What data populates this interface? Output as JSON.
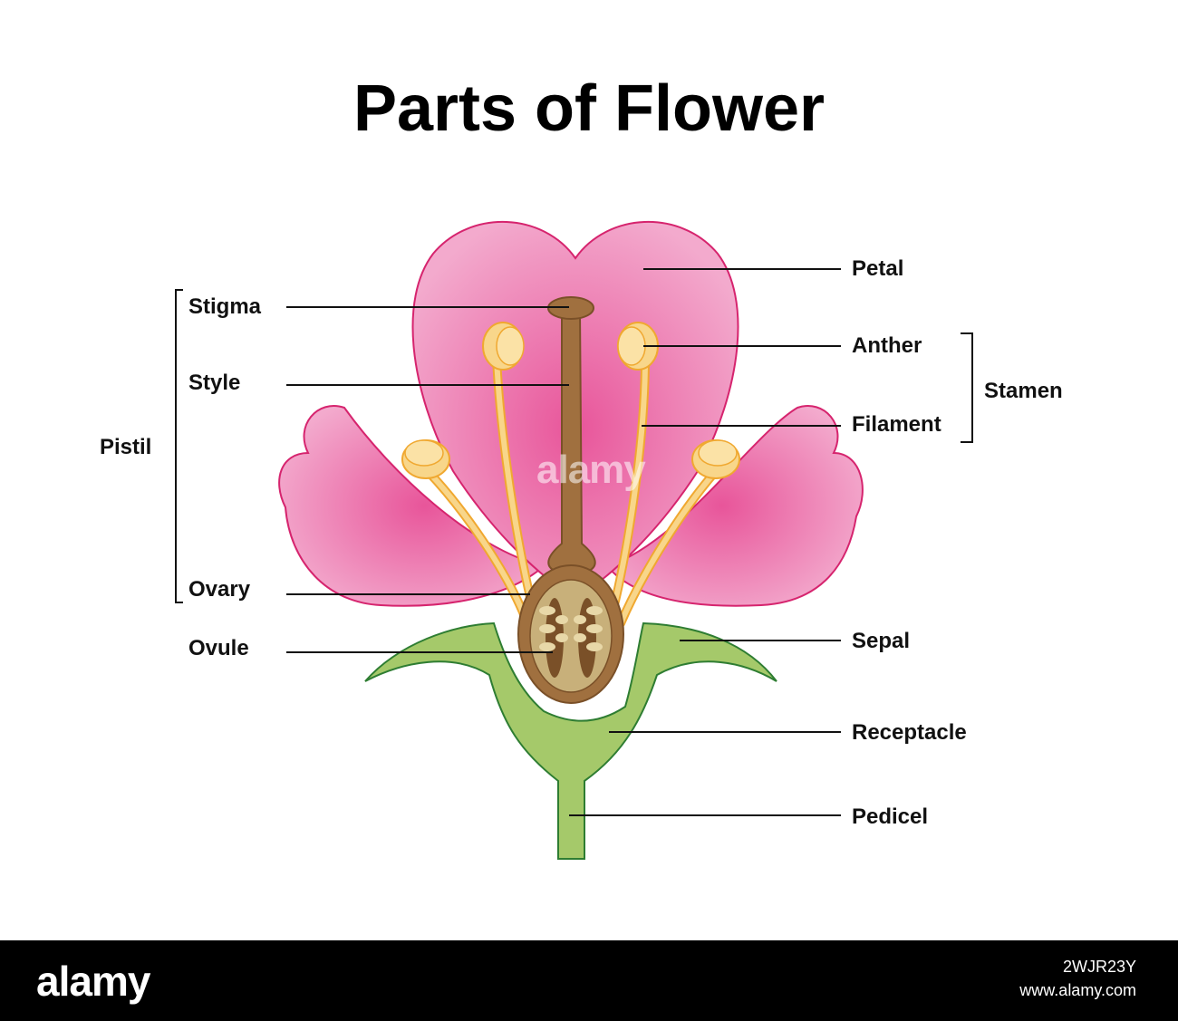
{
  "title": "Parts of Flower",
  "labels": {
    "petal": "Petal",
    "stigma": "Stigma",
    "style": "Style",
    "anther": "Anther",
    "filament": "Filament",
    "stamen": "Stamen",
    "pistil": "Pistil",
    "ovary": "Ovary",
    "ovule": "Ovule",
    "sepal": "Sepal",
    "receptacle": "Receptacle",
    "pedicel": "Pedicel"
  },
  "watermark": {
    "brand": "alamy",
    "center": "alamy",
    "image_id": "2WJR23Y",
    "url": "www.alamy.com"
  },
  "colors": {
    "petal_center": "#e8559a",
    "petal_edge": "#f3aacd",
    "petal_outline": "#d6246e",
    "anther": "#f8d68a",
    "anther_outline": "#f0a830",
    "pistil": "#a0703f",
    "pistil_outline": "#7a5028",
    "ovary_inner": "#c8b07a",
    "sepal": "#a5c96a",
    "sepal_outline": "#2e7d32"
  }
}
